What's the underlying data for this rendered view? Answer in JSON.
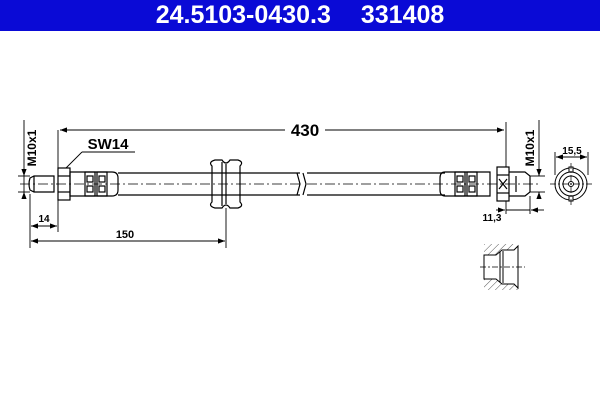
{
  "header": {
    "part_number": "24.5103-0430.3",
    "ref_number": "331408",
    "background_color": "#0a0ad6"
  },
  "drawing": {
    "title": "Brake hose technical drawing",
    "dimensions": {
      "overall_length": "430",
      "wrench_size": "SW14",
      "thread_left": "M10x1",
      "thread_right": "M10x1",
      "left_thread_length": "14",
      "left_to_sleeve": "150",
      "right_thread_length": "11,3",
      "end_view_diameter": "15,5"
    },
    "views": [
      "side-view",
      "end-view",
      "section-detail"
    ]
  }
}
